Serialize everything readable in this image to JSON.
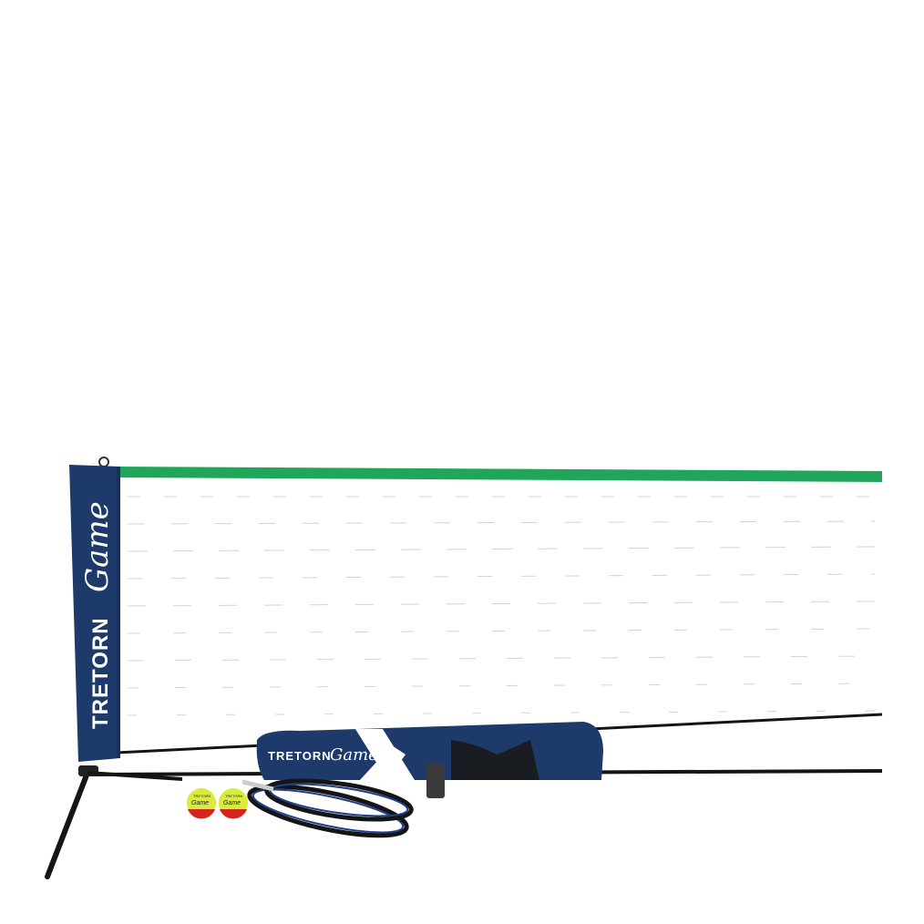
{
  "image": {
    "subject": "Tretorn Game mini tennis net set",
    "background": "#ffffff"
  },
  "colors": {
    "net_tape": "#1fa65a",
    "banner_navy": "#1d3a6b",
    "frame_black": "#151515",
    "ball_yellow": "#d9ec3a",
    "ball_red": "#d8231c",
    "mesh_black": "#1a1a1a",
    "racket_blue": "#1f3f8a"
  },
  "side_banner": {
    "brand": "TRETORN",
    "script": "Game"
  },
  "bag": {
    "brand": "TRETORN",
    "script": "Game"
  },
  "balls": [
    {
      "brand": "TRETORN",
      "script": "Game"
    },
    {
      "brand": "TRETORN",
      "script": "Game"
    }
  ]
}
